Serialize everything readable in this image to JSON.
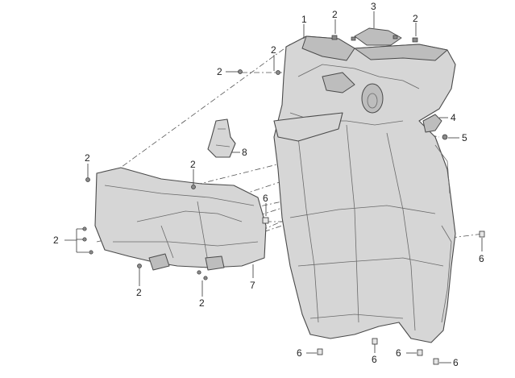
{
  "callouts": {
    "c1": "1",
    "c2a": "2",
    "c3": "3",
    "c2b": "2",
    "c2c": "2",
    "c2d": "2",
    "c4": "4",
    "c5": "5",
    "c8": "8",
    "c2e": "2",
    "c2f": "2",
    "c6a": "6",
    "c2g": "2",
    "c6b": "6",
    "c2h": "2",
    "c7": "7",
    "c2i": "2",
    "c6c": "6",
    "c6d": "6",
    "c6e": "6",
    "c6f": "6"
  }
}
